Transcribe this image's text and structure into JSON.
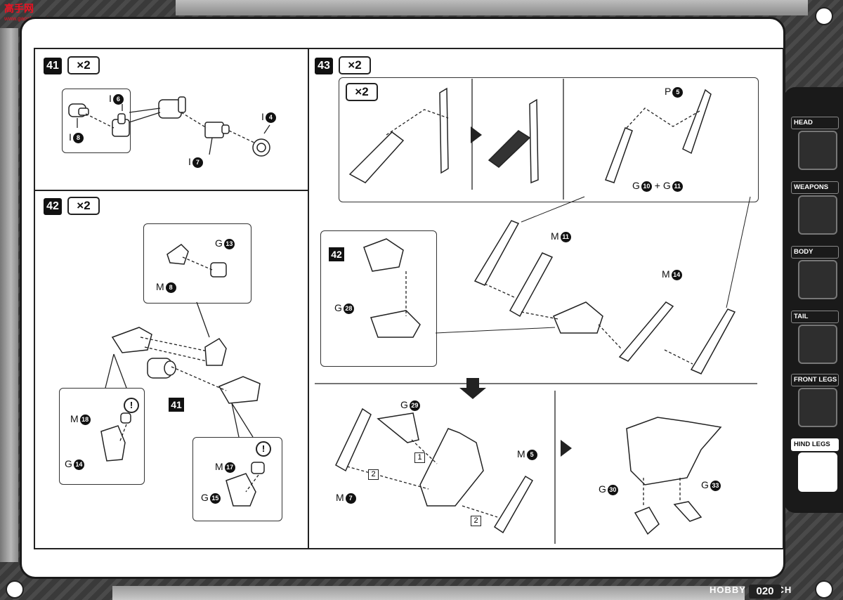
{
  "site_logo": {
    "text": "高手网",
    "url_text": "www.gaoshou.net"
  },
  "steps": {
    "s41": {
      "number": "41",
      "multiplier": "×2",
      "labels": {
        "i6": "I",
        "i6n": "6",
        "i8": "I",
        "i8n": "8",
        "i7": "I",
        "i7n": "7",
        "i4": "I",
        "i4n": "4"
      }
    },
    "s42": {
      "number": "42",
      "multiplier": "×2",
      "labels": {
        "g13": "G",
        "g13n": "13",
        "m8": "M",
        "m8n": "8",
        "ref41": "41",
        "m18": "M",
        "m18n": "18",
        "g14": "G",
        "g14n": "14",
        "m17": "M",
        "m17n": "17",
        "g15": "G",
        "g15n": "15",
        "warn": "!"
      }
    },
    "s43": {
      "number": "43",
      "multiplier": "×2",
      "inset_multiplier": "×2",
      "labels": {
        "p5": "P",
        "p5n": "5",
        "g10": "G",
        "g10n": "10",
        "plus": "+",
        "g11": "G",
        "g11n": "11",
        "ref42": "42",
        "g28": "G",
        "g28n": "28",
        "m11": "M",
        "m11n": "11",
        "m14": "M",
        "m14n": "14",
        "g29": "G",
        "g29n": "29",
        "m5": "M",
        "m5n": "5",
        "m7": "M",
        "m7n": "7",
        "order1": "1",
        "order2a": "2",
        "order2b": "2",
        "g30": "G",
        "g30n": "30",
        "g33": "G",
        "g33n": "33"
      }
    }
  },
  "sidebar": {
    "tabs": [
      {
        "label": "HEAD",
        "active": false
      },
      {
        "label": "WEAPONS",
        "active": false
      },
      {
        "label": "BODY",
        "active": false
      },
      {
        "label": "TAIL",
        "active": false
      },
      {
        "label": "FRONT LEGS",
        "active": false
      },
      {
        "label": "HIND LEGS",
        "active": true
      }
    ]
  },
  "footer": {
    "page_number": "020",
    "watermark": "HOBBY SEARCH"
  }
}
